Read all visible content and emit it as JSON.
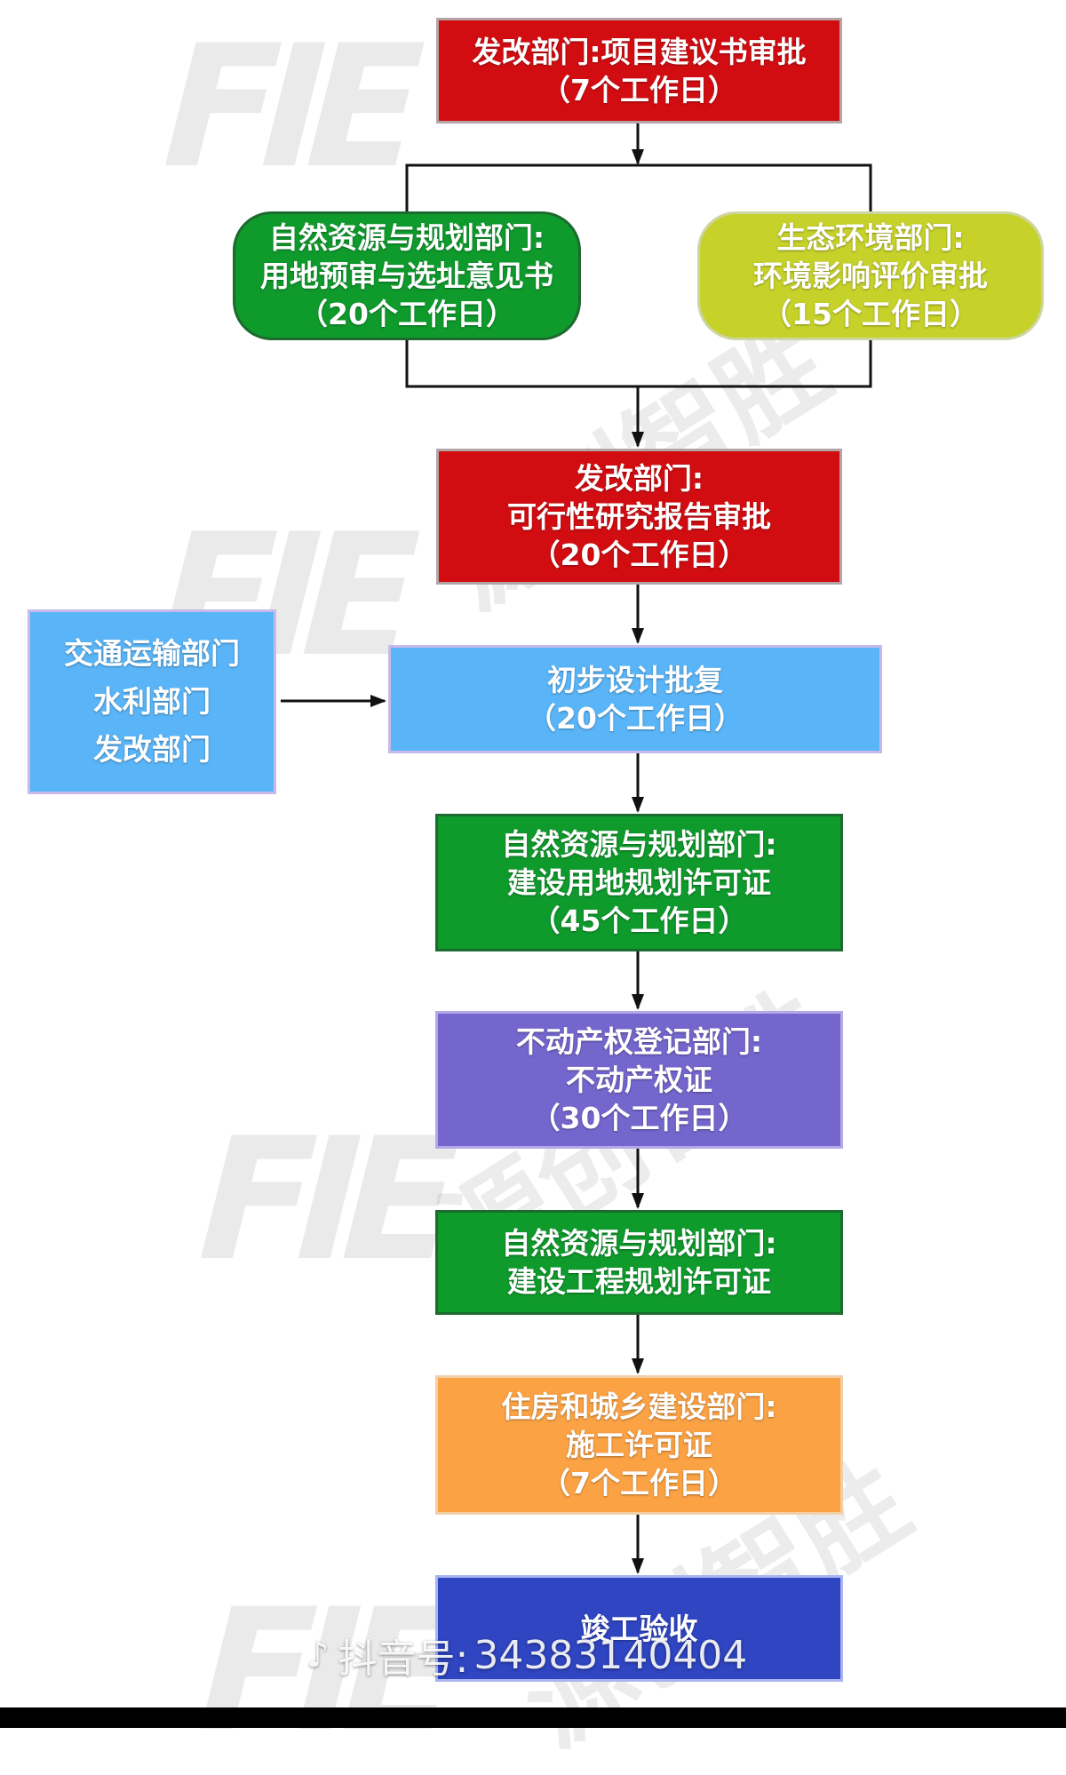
{
  "flow": {
    "step1": {
      "lines": [
        "发改部门:项目建议书审批",
        "（7个工作日）"
      ]
    },
    "step2_land": {
      "lines": [
        "自然资源与规划部门:",
        "用地预审与选址意见书",
        "（20个工作日）"
      ]
    },
    "step2_env": {
      "lines": [
        "生态环境部门:",
        "环境影响评价审批",
        "（15个工作日）"
      ]
    },
    "step3": {
      "lines": [
        "发改部门:",
        "可行性研究报告审批",
        "（20个工作日）"
      ]
    },
    "side_depts": {
      "lines": [
        "交通运输部门",
        "水利部门",
        "发改部门"
      ]
    },
    "step4": {
      "lines": [
        "初步设计批复",
        "（20个工作日）"
      ]
    },
    "step5": {
      "lines": [
        "自然资源与规划部门:",
        "建设用地规划许可证",
        "（45个工作日）"
      ]
    },
    "step6": {
      "lines": [
        "不动产权登记部门:",
        "不动产权证",
        "（30个工作日）"
      ]
    },
    "step7": {
      "lines": [
        "自然资源与规划部门:",
        "建设工程规划许可证"
      ]
    },
    "step8": {
      "lines": [
        "住房和城乡建设部门:",
        "施工许可证",
        "（7个工作日）"
      ]
    },
    "step9": {
      "lines": [
        "竣工验收"
      ]
    }
  },
  "watermark": {
    "logo_text": "FIE",
    "brand_text": "源创智胜",
    "tiktok_label": "抖音号:",
    "tiktok_id": "34383140404",
    "tiktok_icon": "tiktok-note-icon"
  },
  "colors": {
    "red": "#d20d12",
    "green": "#0f9a2c",
    "lime": "#c6d12a",
    "light_blue": "#5ab5f8",
    "purple": "#7466cc",
    "orange": "#fba244",
    "navy": "#2f45c1"
  }
}
